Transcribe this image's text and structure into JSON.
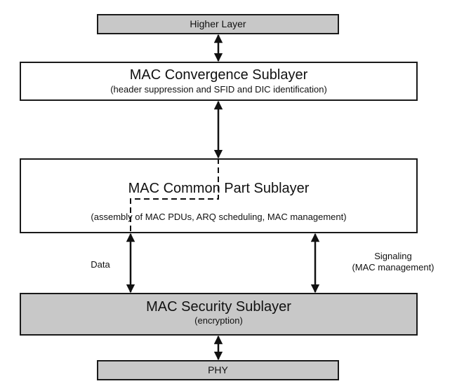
{
  "higher_layer": {
    "label": "Higher Layer"
  },
  "convergence": {
    "title": "MAC Convergence Sublayer",
    "subtitle": "(header suppression and SFID and DIC identification)"
  },
  "common_part": {
    "title": "MAC Common Part Sublayer",
    "subtitle": "(assembly of MAC PDUs, ARQ scheduling, MAC management)"
  },
  "security": {
    "title": "MAC Security Sublayer",
    "subtitle": "(encryption)"
  },
  "phy": {
    "label": "PHY"
  },
  "labels": {
    "data": "Data",
    "signaling_line1": "Signaling",
    "signaling_line2": "(MAC management)"
  },
  "colors": {
    "gray_box": "#c8c8c8",
    "border": "#1a1a1a",
    "text": "#111111"
  }
}
